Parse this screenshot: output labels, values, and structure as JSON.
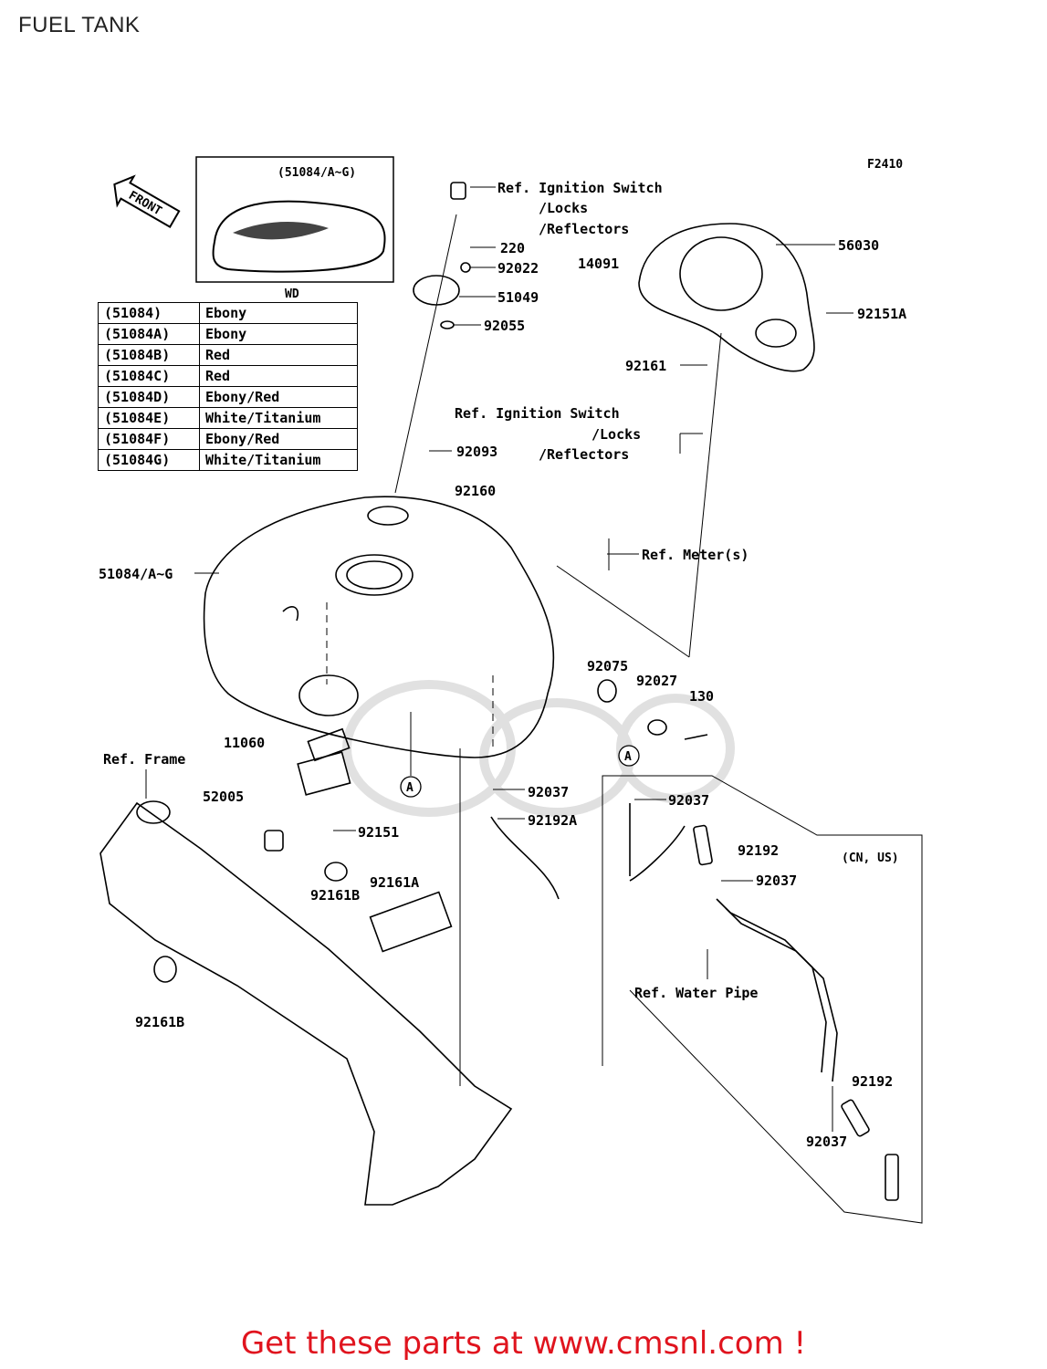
{
  "page_title": "FUEL TANK",
  "figure_code": "F2410",
  "front_label": "FRONT",
  "inset": {
    "caption": "(51084/A~G)",
    "sub_label": "WD"
  },
  "color_table": [
    {
      "code": "(51084)",
      "color": "Ebony"
    },
    {
      "code": "(51084A)",
      "color": "Ebony"
    },
    {
      "code": "(51084B)",
      "color": "Red"
    },
    {
      "code": "(51084C)",
      "color": "Red"
    },
    {
      "code": "(51084D)",
      "color": "Ebony/Red"
    },
    {
      "code": "(51084E)",
      "color": "White/Titanium"
    },
    {
      "code": "(51084F)",
      "color": "Ebony/Red"
    },
    {
      "code": "(51084G)",
      "color": "White/Titanium"
    }
  ],
  "part_labels": {
    "ref_ignition_1": "Ref. Ignition Switch",
    "ref_locks_1": "/Locks",
    "ref_reflectors_1": "/Reflectors",
    "p220": "220",
    "p92022": "92022",
    "p51049": "51049",
    "p92055": "92055",
    "p14091": "14091",
    "p56030": "56030",
    "p92151a": "92151A",
    "p92161": "92161",
    "ref_ignition_2": "Ref. Ignition Switch",
    "ref_locks_2": "/Locks",
    "ref_reflectors_2": "/Reflectors",
    "p92093": "92093",
    "p92160": "92160",
    "ref_meter": "Ref. Meter(s)",
    "p51084ag": "51084/A~G",
    "p92075": "92075",
    "p92027": "92027",
    "p130": "130",
    "p11060": "11060",
    "ref_frame": "Ref. Frame",
    "p52005": "52005",
    "p92037_a": "92037",
    "p92192a": "92192A",
    "p92151": "92151",
    "p92037_b": "92037",
    "p92192_a": "92192",
    "cn_us": "(CN, US)",
    "p92037_c": "92037",
    "p92161a": "92161A",
    "p92161b_a": "92161B",
    "p92161b_b": "92161B",
    "ref_water_pipe": "Ref. Water Pipe",
    "p92192_b": "92192",
    "p92037_d": "92037",
    "marker_a": "A"
  },
  "footer_text": "Get these parts at www.cmsnl.com !",
  "colors": {
    "footer": "#e0141e",
    "line": "#000000",
    "watermark": "#d8d8d8"
  }
}
